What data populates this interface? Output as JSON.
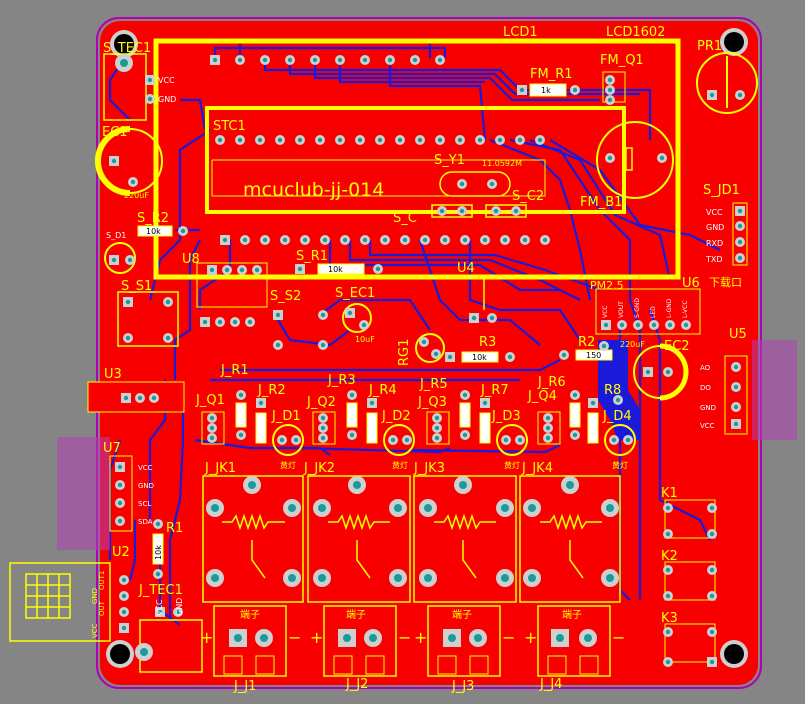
{
  "board": {
    "copper": "#f80000",
    "background": "#858585",
    "silk": "#ffff00",
    "trace": "#1a1ad8",
    "pad": "#cfcfcf",
    "drill": "#1a9a9a",
    "outline": "#b000b0",
    "keepout": "#ff30ff"
  },
  "labels": {
    "lcd1": "LCD1",
    "lcd1602": "LCD1602",
    "pr1": "PR1",
    "s_tec1": "S_TEC1",
    "ec1": "EC1",
    "ec1_val": "220uF",
    "fm_r1": "FM_R1",
    "fm_r1_val": "1k",
    "fm_q1": "FM_Q1",
    "stc1": "STC1",
    "s_y1": "S_Y1",
    "s_y1_val": "11.0592M",
    "brand": "mcuclub-jj-014",
    "s_c2": "S_C2",
    "s_c": "S_C",
    "fm_b1": "FM_B1",
    "s_jd1": "S_JD1",
    "jd_vcc": "VCC",
    "jd_gnd": "GND",
    "jd_rxd": "RXD",
    "jd_txd": "TXD",
    "download": "下载口",
    "s_r2": "S_R2",
    "s_r2_val": "10k",
    "s_d": "S_D1",
    "u8": "U8",
    "s_r1": "S_R1",
    "s_r1_val": "10k",
    "u4": "U4",
    "u6": "U6",
    "pm25": "PM2.5",
    "u6_pins": [
      "VCC",
      "VOUT",
      "S-GND",
      "LED",
      "L-GND",
      "L-VCC"
    ],
    "s_s1": "S_S1",
    "s_s2": "S_S2",
    "s_ec1": "S_EC1",
    "s_ec1_val": "10uF",
    "rg1": "RG1",
    "r3": "R3",
    "r3_val": "10k",
    "r2": "R2",
    "r2_val": "150",
    "ec2": "EC2",
    "ec2_val": "220uF",
    "r8": "R8",
    "u5": "U5",
    "u5_pins": [
      "AO",
      "DO",
      "GND",
      "VCC"
    ],
    "u3": "U3",
    "u7": "U7",
    "u7_pins": [
      "VCC",
      "GND",
      "SCL",
      "SDA"
    ],
    "tec_vcc": "VCC",
    "tec_gnd": "GND",
    "j_r1": "J_R1",
    "j_r2": "J_R2",
    "j_r3": "J_R3",
    "j_r4": "J_R4",
    "j_r5": "J_R5",
    "j_r6": "J_R6",
    "j_r7": "J_R7",
    "j_q1": "J_Q1",
    "j_q2": "J_Q2",
    "j_q3": "J_Q3",
    "j_q4": "J_Q4",
    "j_d1": "J_D1",
    "j_d2": "J_D2",
    "j_d3": "J_D3",
    "j_d4": "J_D4",
    "led_text": "黄灯",
    "j_jk1": "J_JK1",
    "j_jk2": "J_JK2",
    "j_jk3": "J_JK3",
    "j_jk4": "J_JK4",
    "r1": "R1",
    "r1_val": "10k",
    "u2": "U2",
    "u2_pins": [
      "VCC",
      "OUT",
      "GND",
      "OUT1"
    ],
    "j_tec1": "J_TEC1",
    "k1": "K1",
    "k2": "K2",
    "k3": "K3",
    "terminal": "端子",
    "j_j1": "J_J1",
    "j_j2": "J_J2",
    "j_j3": "J_J3",
    "j_j4": "J_J4",
    "plus": "+",
    "minus": "−"
  }
}
